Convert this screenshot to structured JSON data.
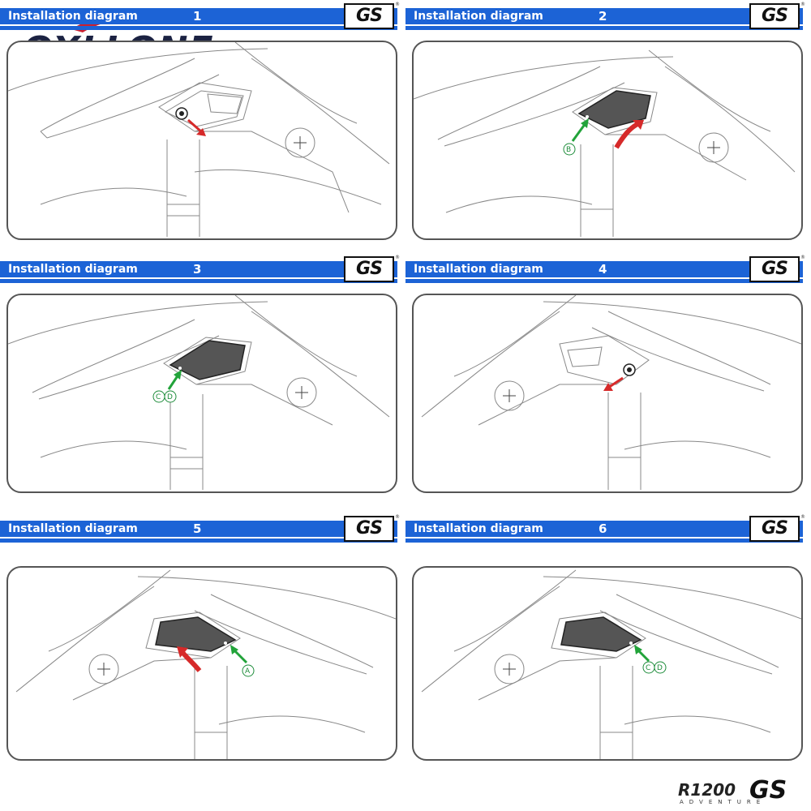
{
  "brand": {
    "name": "OXLLONE",
    "accent_color": "#cc1f2e",
    "text_color": "#1b2242"
  },
  "header_color": "#1c63d6",
  "steps": [
    {
      "title": "Installation diagram",
      "number": "1",
      "logo": "GS",
      "labels": []
    },
    {
      "title": "Installation diagram",
      "number": "2",
      "logo": "GS",
      "labels": [
        "B"
      ]
    },
    {
      "title": "Installation diagram",
      "number": "3",
      "logo": "GS",
      "labels": [
        "C",
        "D"
      ]
    },
    {
      "title": "Installation diagram",
      "number": "4",
      "logo": "GS",
      "labels": []
    },
    {
      "title": "Installation diagram",
      "number": "5",
      "logo": "GS",
      "labels": [
        "A"
      ]
    },
    {
      "title": "Installation diagram",
      "number": "6",
      "logo": "GS",
      "labels": [
        "C",
        "D"
      ]
    }
  ],
  "footer": {
    "model": "R1200",
    "logo": "GS",
    "subtitle": "ADVENTURE"
  },
  "arrow_colors": {
    "red": "#d62a2a",
    "green": "#22a33a"
  }
}
